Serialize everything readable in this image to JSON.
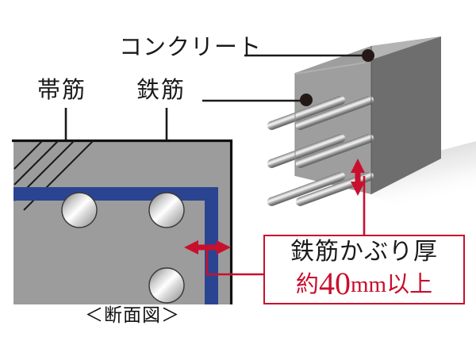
{
  "diagram": {
    "type": "concrete-rebar-cover-illustration",
    "labels": {
      "concrete": "コンクリート",
      "stirrup": "帯筋",
      "rebar": "鉄筋",
      "section_caption": "＜断面図＞"
    },
    "callout": {
      "title": "鉄筋かぶり厚",
      "value_prefix": "約",
      "value_number": "40",
      "value_unit": "mm",
      "value_suffix": "以上"
    },
    "colors": {
      "stirrup_blue": "#2B4492",
      "accent_red": "#C8102E",
      "concrete_fill": "#9C9C9C",
      "block_top": "#B4B4B4",
      "block_front": "#9E9E9E",
      "block_side": "#6E6E6E",
      "leader_black": "#1A1A1A",
      "outline_black": "#111111"
    },
    "annotations": {
      "horizontal_cover_arrow": "red double-headed arrow spanning cover thickness in section view",
      "vertical_cover_arrow": "red double-headed arrow spanning cover thickness on 3D block"
    }
  }
}
